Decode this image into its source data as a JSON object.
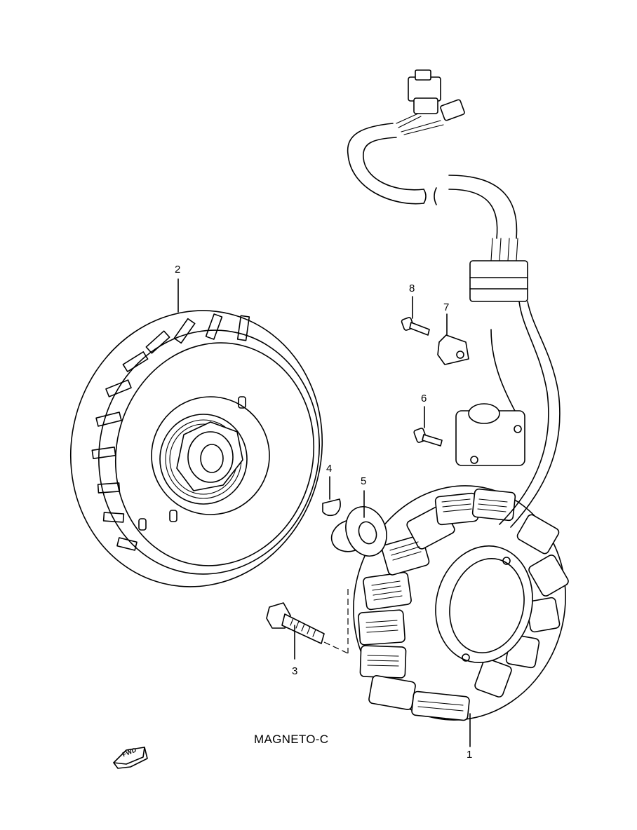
{
  "diagram": {
    "caption": "MAGNETO-C",
    "fwd_label": "FWD",
    "callouts": [
      {
        "id": "1",
        "label": "1"
      },
      {
        "id": "2",
        "label": "2"
      },
      {
        "id": "3",
        "label": "3"
      },
      {
        "id": "4",
        "label": "4"
      },
      {
        "id": "5",
        "label": "5"
      },
      {
        "id": "6",
        "label": "6"
      },
      {
        "id": "7",
        "label": "7"
      },
      {
        "id": "8",
        "label": "8"
      }
    ]
  }
}
